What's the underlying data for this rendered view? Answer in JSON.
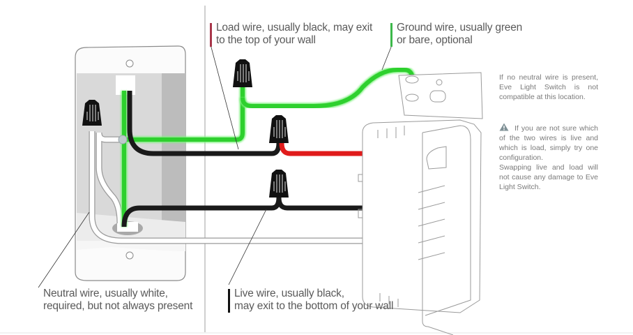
{
  "colors": {
    "ground": "#2ed02e",
    "load": "#e01b1b",
    "live": "#1a1a1a",
    "neutral": "#ffffff",
    "load_bar": "#a8364a",
    "ground_bar": "#3cb84a",
    "live_bar": "#111111",
    "text": "#5a5a5a",
    "note_text": "#7a7a7a",
    "warning_icon": "#7f9096"
  },
  "callouts": {
    "load": {
      "line1": "Load wire, usually black, may exit",
      "line2": "to the top of your wall"
    },
    "ground": {
      "line1": "Ground wire, usually green",
      "line2": "or bare, optional"
    },
    "neutral": {
      "line1": "Neutral wire, usually white,",
      "line2": "required, but not always present"
    },
    "live": {
      "line1": "Live wire, usually black,",
      "line2": "may exit to the bottom of your wall"
    }
  },
  "notes": {
    "neutral_note": "If no neutral wire is present, Eve Light Switch is not compatible at this location.",
    "warning_icon": "warning-triangle-icon",
    "warning_text": "If you are not sure which of the two wires is live and which is load, simply try one configuration.",
    "swap_text": "Swapping live and load will not cause any damage to Eve Light Switch."
  }
}
